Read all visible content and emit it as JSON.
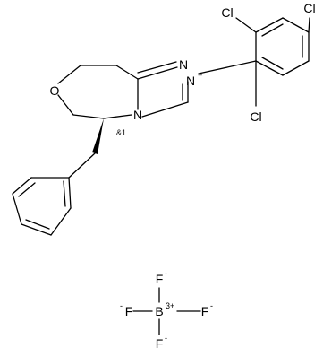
{
  "figure": {
    "kind": "chemical-structure",
    "stroke_color": "#000000",
    "background_color": "#ffffff"
  },
  "atoms": {
    "cl_top_left": "Cl",
    "cl_top_right": "Cl",
    "cl_bottom": "Cl",
    "ring_oxygen": "O",
    "n_bridge_top": "N",
    "n_plus": "N",
    "n_plus_charge": "+",
    "n_bridge_bottom": "N",
    "stereo_label": "&1",
    "boron": "B",
    "boron_charge": "3+",
    "f_top": "F",
    "f_top_charge": "-",
    "f_left_charge": "-",
    "f_left": "F",
    "f_right": "F",
    "f_right_charge": "-",
    "f_bottom": "F",
    "f_bottom_charge": "-"
  }
}
